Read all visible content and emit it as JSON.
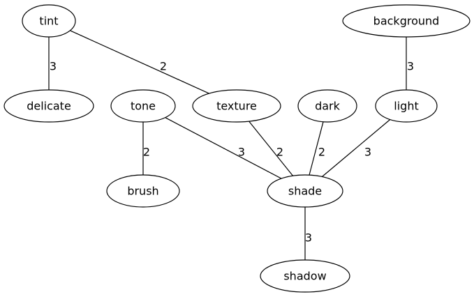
{
  "nodes": [
    {
      "id": "tint",
      "label": "tint"
    },
    {
      "id": "delicate",
      "label": "delicate"
    },
    {
      "id": "background",
      "label": "background"
    },
    {
      "id": "light",
      "label": "light"
    },
    {
      "id": "tone",
      "label": "tone"
    },
    {
      "id": "texture",
      "label": "texture"
    },
    {
      "id": "dark",
      "label": "dark"
    },
    {
      "id": "brush",
      "label": "brush"
    },
    {
      "id": "shade",
      "label": "shade"
    },
    {
      "id": "shadow",
      "label": "shadow"
    }
  ],
  "edges": [
    {
      "from": "tint",
      "to": "delicate",
      "label": "3"
    },
    {
      "from": "tint",
      "to": "texture",
      "label": "2"
    },
    {
      "from": "background",
      "to": "light",
      "label": "3"
    },
    {
      "from": "tone",
      "to": "brush",
      "label": "2"
    },
    {
      "from": "tone",
      "to": "shade",
      "label": "3"
    },
    {
      "from": "texture",
      "to": "shade",
      "label": "2"
    },
    {
      "from": "dark",
      "to": "shade",
      "label": "2"
    },
    {
      "from": "light",
      "to": "shade",
      "label": "3"
    },
    {
      "from": "shade",
      "to": "shadow",
      "label": "3"
    }
  ]
}
